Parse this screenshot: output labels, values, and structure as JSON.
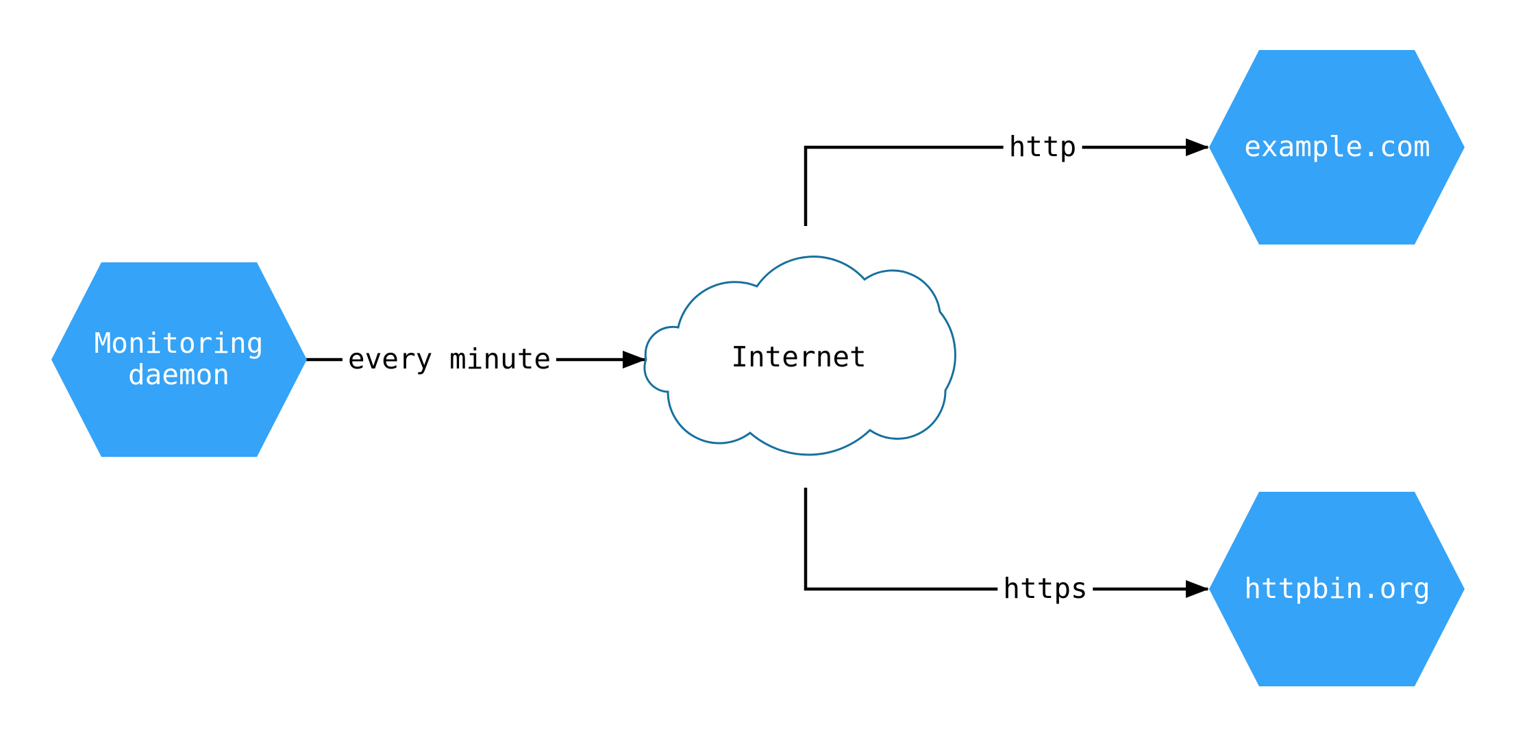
{
  "colors": {
    "background": "#ffffff",
    "node_fill": "#35A3F7",
    "node_text": "#ffffff",
    "cloud_stroke": "#17709E",
    "cloud_fill": "#ffffff",
    "cloud_text": "#000000",
    "edge_line": "#000000",
    "edge_label_text": "#000000"
  },
  "nodes": {
    "monitoring_daemon": {
      "label": "Monitoring\ndaemon",
      "shape": "hexagon"
    },
    "internet": {
      "label": "Internet",
      "shape": "cloud"
    },
    "example_com": {
      "label": "example.com",
      "shape": "hexagon"
    },
    "httpbin_org": {
      "label": "httpbin.org",
      "shape": "hexagon"
    }
  },
  "edges": {
    "every_minute": {
      "label": "every minute",
      "from": "monitoring_daemon",
      "to": "internet"
    },
    "http": {
      "label": "http",
      "from": "internet",
      "to": "example_com"
    },
    "https": {
      "label": "https",
      "from": "internet",
      "to": "httpbin_org"
    }
  }
}
